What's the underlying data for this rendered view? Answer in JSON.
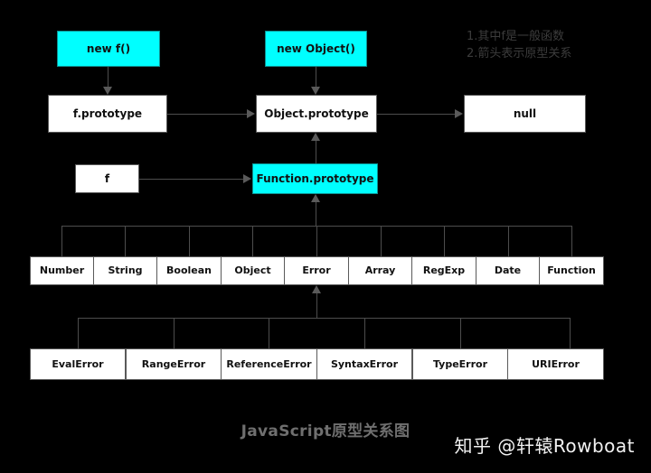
{
  "diagram": {
    "caption": "JavaScript原型关系图",
    "watermark": "知乎 @轩辕Rowboat",
    "colors": {
      "background": "#000000",
      "highlight": "#00ffff",
      "node": "#ffffff",
      "edge": "#4d4d4d",
      "caption": "#6f6f6f",
      "notes": "#3c3c3c"
    },
    "notes": [
      "1.其中f是一般函数",
      "2.箭头表示原型关系"
    ],
    "instances": [
      {
        "label": "new f()"
      },
      {
        "label": "new Object()"
      }
    ],
    "prototypes": [
      {
        "label": "f.prototype"
      },
      {
        "label": "Object.prototype"
      },
      {
        "label": "null"
      }
    ],
    "function_row": [
      {
        "label": "f"
      },
      {
        "label": "Function.prototype"
      }
    ],
    "builtins": [
      {
        "label": "Number"
      },
      {
        "label": "String"
      },
      {
        "label": "Boolean"
      },
      {
        "label": "Object"
      },
      {
        "label": "Error"
      },
      {
        "label": "Array"
      },
      {
        "label": "RegExp"
      },
      {
        "label": "Date"
      },
      {
        "label": "Function"
      }
    ],
    "errors": [
      {
        "label": "EvalError"
      },
      {
        "label": "RangeError"
      },
      {
        "label": "ReferenceError"
      },
      {
        "label": "SyntaxError"
      },
      {
        "label": "TypeError"
      },
      {
        "label": "URIError"
      }
    ]
  }
}
